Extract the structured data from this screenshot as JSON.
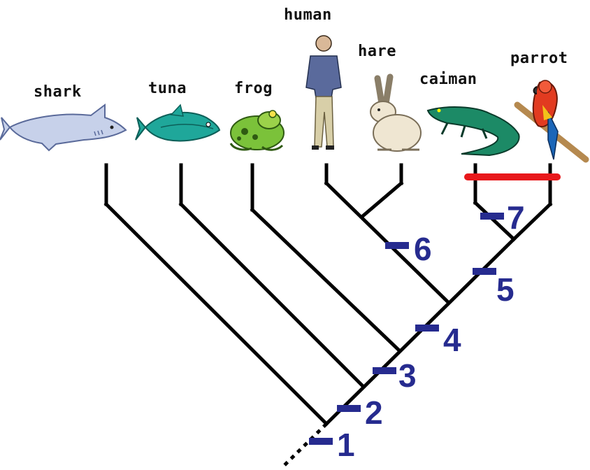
{
  "diagram": {
    "taxa": [
      {
        "id": "shark",
        "label": "shark",
        "icon": "shark-icon"
      },
      {
        "id": "tuna",
        "label": "tuna",
        "icon": "tuna-icon"
      },
      {
        "id": "frog",
        "label": "frog",
        "icon": "frog-icon"
      },
      {
        "id": "human",
        "label": "human",
        "icon": "human-icon"
      },
      {
        "id": "hare",
        "label": "hare",
        "icon": "hare-icon"
      },
      {
        "id": "caiman",
        "label": "caiman",
        "icon": "caiman-icon"
      },
      {
        "id": "parrot",
        "label": "parrot",
        "icon": "parrot-icon"
      }
    ],
    "character_marks": [
      "1",
      "2",
      "3",
      "4",
      "5",
      "6",
      "7"
    ],
    "colors": {
      "mark": "#262b8f",
      "highlight": "#e8181b",
      "branch": "#000000"
    }
  }
}
